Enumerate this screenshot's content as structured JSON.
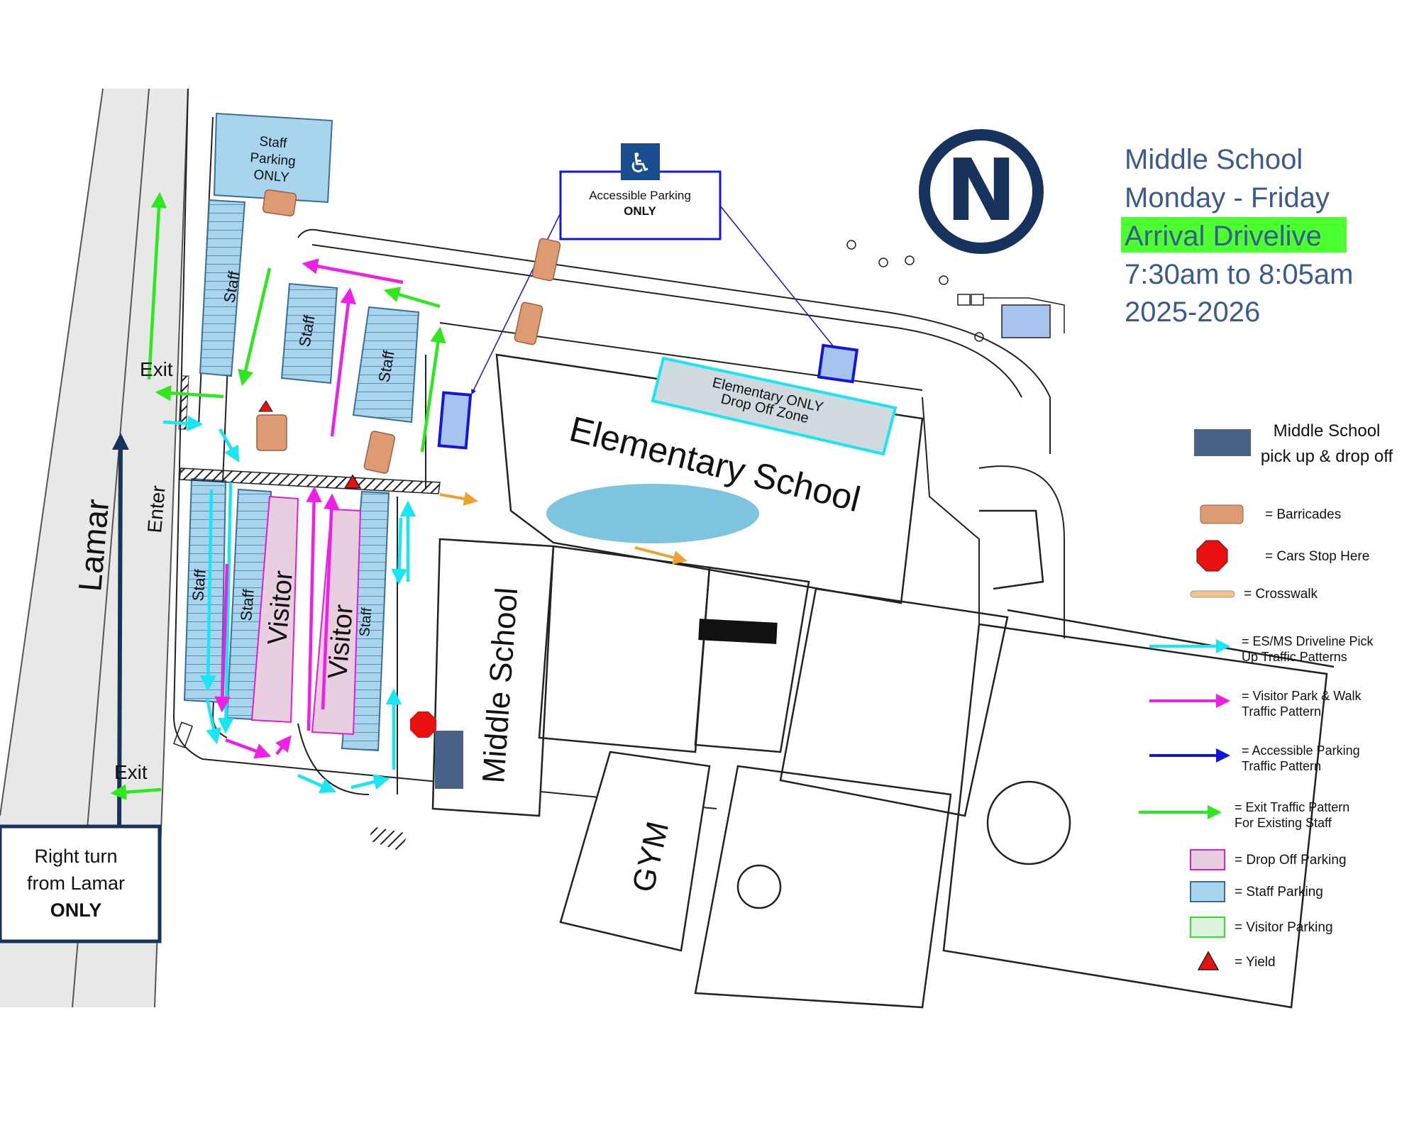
{
  "title": {
    "line1": "Middle School",
    "line2": "Monday - Friday",
    "line3": "Arrival Drivelive",
    "line4": "7:30am to 8:05am",
    "line5": "2025-2026"
  },
  "colors": {
    "title_blue": "#3b5a8f",
    "highlight_green": "#4cff2e",
    "cyan": "#18e6f2",
    "magenta": "#f01ee6",
    "blue": "#1414e0",
    "green": "#2ce81c",
    "staff_parking": "#a8d4ee",
    "dropoff_parking": "#e8cfe0",
    "barricade": "#de9a72",
    "stop": "#e81010",
    "ms_pickup": "#4a6288",
    "navy": "#17325c"
  },
  "map": {
    "road": "Lamar",
    "enter": "Enter",
    "exit_top": "Exit",
    "exit_bottom": "Exit",
    "staff_lot_top": "Staff Parking ONLY",
    "staff_lot_top_lines": [
      "Staff",
      "Parking",
      "ONLY"
    ],
    "staff_label": "Staff",
    "visitor_label": "Visitor",
    "elementary": "Elementary School",
    "middle": "Middle School",
    "gym": "GYM",
    "elementary_dropoff_line1": "Elementary ONLY",
    "elementary_dropoff_line2": "Drop Off Zone",
    "accessible_line1": "Accessible Parking",
    "accessible_line2": "ONLY",
    "accessible_icon": "wheelchair-icon",
    "right_turn_line1": "Right turn",
    "right_turn_line2": "from Lamar",
    "right_turn_line3": "ONLY",
    "logo_letter": "N"
  },
  "legend": [
    {
      "swatch": "ms-pickup",
      "text": [
        "Middle School",
        "pick up & drop off"
      ]
    },
    {
      "swatch": "barricade",
      "text": [
        "= Barricades"
      ]
    },
    {
      "swatch": "stop",
      "text": [
        "= Cars Stop Here"
      ]
    },
    {
      "swatch": "crosswalk",
      "text": [
        "= Crosswalk"
      ]
    },
    {
      "swatch": "cyan-arrow",
      "text": [
        "= ES/MS Driveline Pick",
        "Up Traffic Patterns"
      ]
    },
    {
      "swatch": "magenta-arrow",
      "text": [
        "= Visitor Park & Walk",
        "Traffic Pattern"
      ]
    },
    {
      "swatch": "blue-arrow",
      "text": [
        "= Accessible Parking",
        "Traffic Pattern"
      ]
    },
    {
      "swatch": "green-arrow",
      "text": [
        "= Exit  Traffic Pattern",
        "For Existing Staff"
      ]
    },
    {
      "swatch": "dropoff-box",
      "text": [
        "= Drop Off Parking"
      ]
    },
    {
      "swatch": "staff-box",
      "text": [
        "= Staff Parking"
      ]
    },
    {
      "swatch": "visitor-box",
      "text": [
        "= Visitor Parking"
      ]
    },
    {
      "swatch": "yield",
      "text": [
        "= Yield"
      ]
    }
  ]
}
